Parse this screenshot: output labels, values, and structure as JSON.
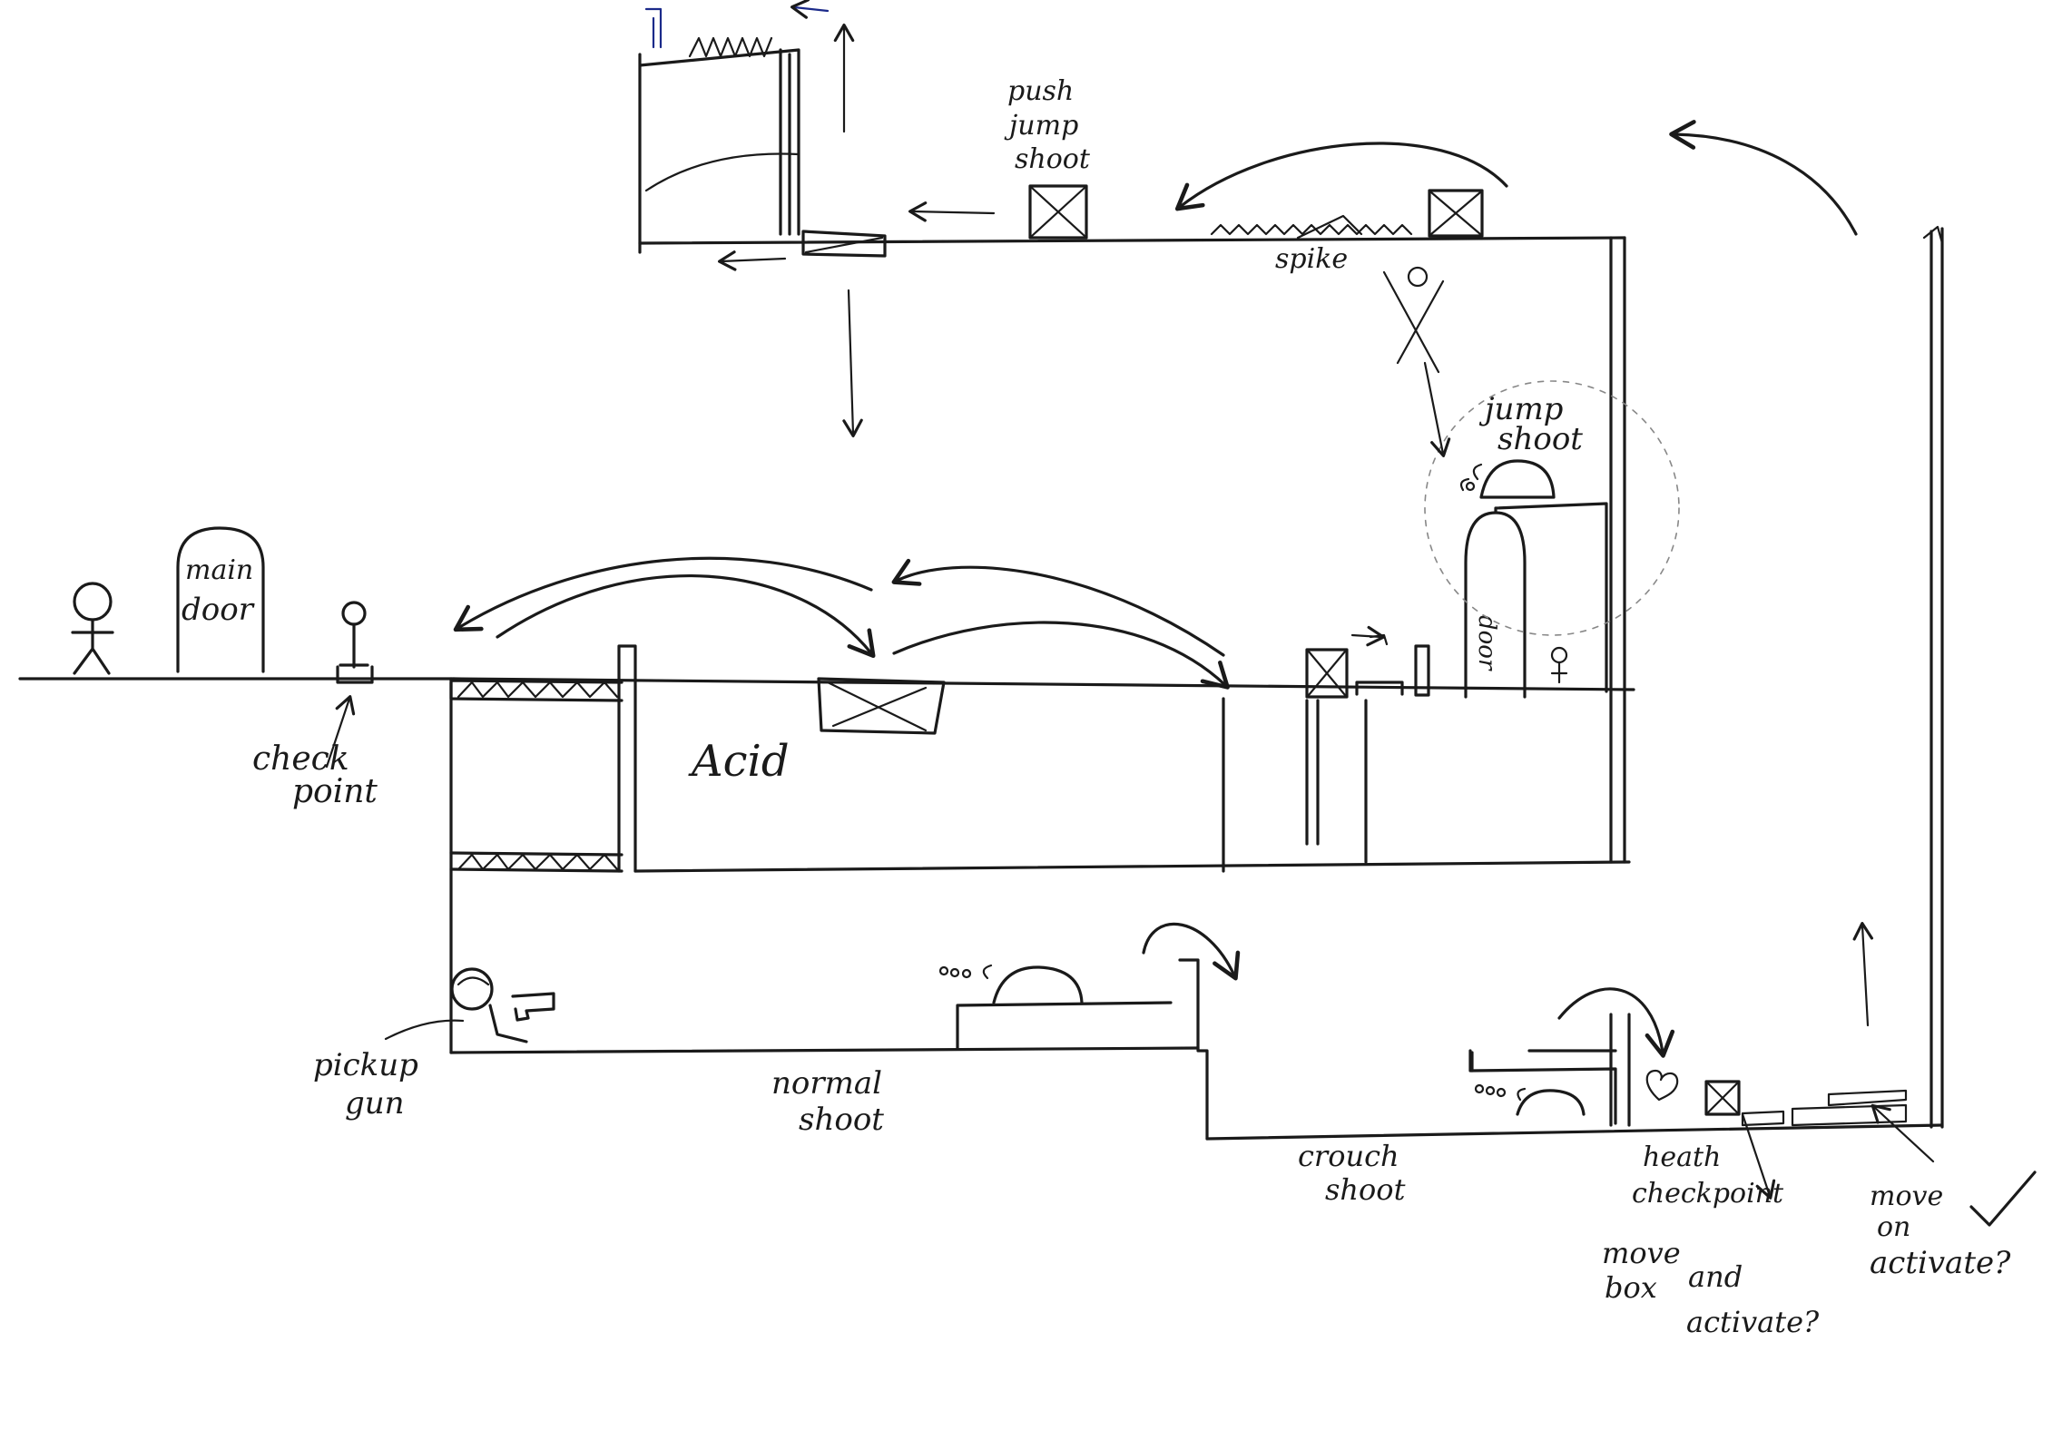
{
  "labels": {
    "main_door": [
      "main",
      "door"
    ],
    "check_point": [
      "check",
      "point"
    ],
    "acid": "Acid",
    "pickup_gun": [
      "pickup",
      "gun"
    ],
    "normal_shoot": [
      "normal",
      "shoot"
    ],
    "crouch_shoot": [
      "crouch",
      "shoot"
    ],
    "push_jump_shoot": [
      "push",
      "jump",
      "shoot"
    ],
    "spike": "spike",
    "jump_shoot": [
      "jump",
      "shoot"
    ],
    "door": "door",
    "health_checkpoint": [
      "heath",
      "checkpoint"
    ],
    "move_box_activate": [
      "move",
      "box",
      "and",
      "activate?"
    ],
    "move_on_activate": [
      "move",
      "on",
      "activate?"
    ]
  },
  "colors": {
    "ink": "#1a1a1a",
    "blue_pen": "#1b2a8a"
  },
  "icons": [
    "stick-figure-icon",
    "gun-icon",
    "crate-icon",
    "heart-icon",
    "blob-enemy-icon",
    "lever-icon",
    "checkmark-icon"
  ]
}
